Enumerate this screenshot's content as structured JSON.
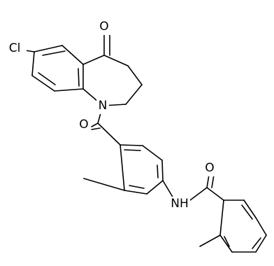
{
  "molecule": {
    "atom_labels": {
      "ketone_oxygen": "O",
      "chlorine": "Cl",
      "ring_nitrogen": "N",
      "carbonyl_oxygen": "O",
      "amide_nitrogen": "NH",
      "amide_oxygen": "O"
    }
  }
}
